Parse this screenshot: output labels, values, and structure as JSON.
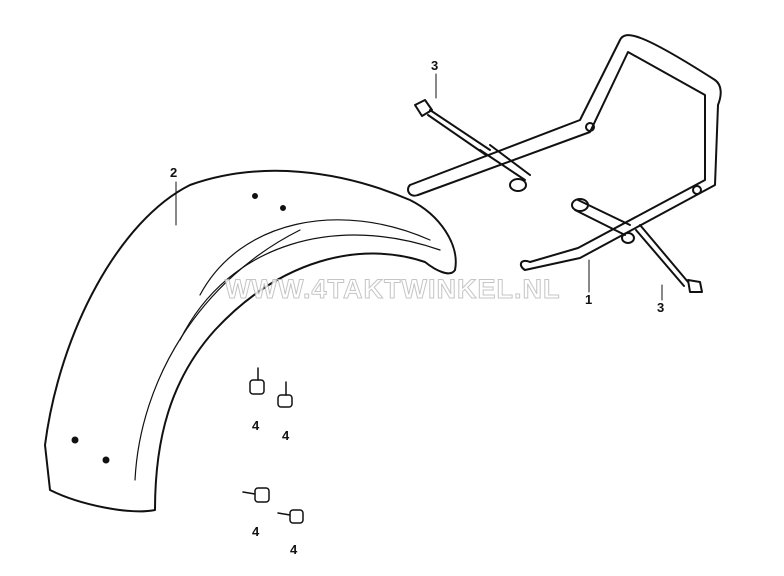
{
  "diagram": {
    "labels": {
      "bracket": "1",
      "fender": "2",
      "bolt_upper": "3",
      "bolt_lower": "3",
      "nut_a": "4",
      "nut_b": "4",
      "nut_c": "4",
      "nut_d": "4"
    },
    "watermark": "WWW.4TAKTWINKEL.NL",
    "line_color": "#111111"
  }
}
